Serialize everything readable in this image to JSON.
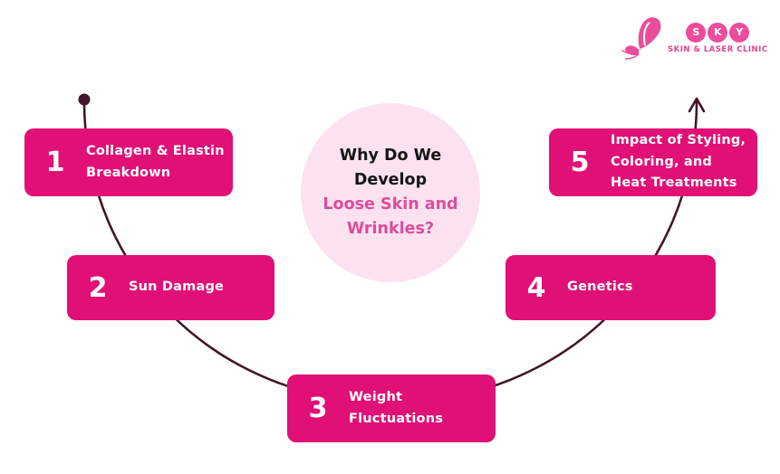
{
  "brand": {
    "letters": [
      "S",
      "K",
      "Y"
    ],
    "tagline": "SKIN & LASER CLINIC",
    "pink": "#EC4D9B",
    "tagline_color": "#E8418F"
  },
  "center": {
    "title_black": "Why Do We Develop",
    "title_pink": "Loose Skin and\nWrinkles?"
  },
  "items": [
    {
      "number": "1",
      "label": "Collagen & Elastin\nBreakdown"
    },
    {
      "number": "2",
      "label": "Sun Damage"
    },
    {
      "number": "3",
      "label": "Weight\nFluctuations"
    },
    {
      "number": "4",
      "label": "Genetics"
    },
    {
      "number": "5",
      "label": "Impact of Styling,\nColoring, and\nHeat Treatments"
    }
  ],
  "colors": {
    "box_bg": "#E01077",
    "box_text": "#FFFFFF",
    "curve": "#43152A",
    "circle_bg": "#FCE2F0",
    "circle_pink_text": "#DB4E9A",
    "title_black_text": "#161616"
  }
}
